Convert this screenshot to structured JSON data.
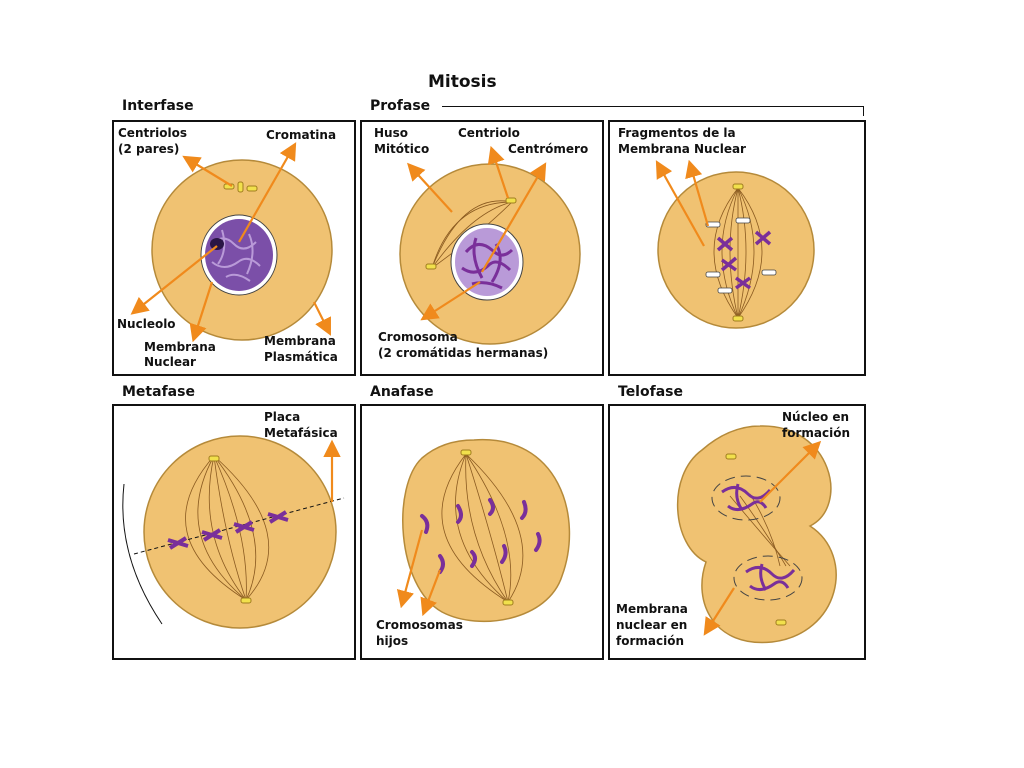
{
  "title": "Mitosis",
  "phases": {
    "interfase": "Interfase",
    "profase": "Profase",
    "metafase": "Metafase",
    "anafase": "Anafase",
    "telofase": "Telofase"
  },
  "labels": {
    "interfase": {
      "centriolos": "Centriolos",
      "pares": "(2 pares)",
      "cromatina": "Cromatina",
      "nucleolo": "Nucleolo",
      "membrana": "Membrana",
      "nuclear": "Nuclear",
      "membrana2": "Membrana",
      "plasmatica": "Plasmática"
    },
    "profase": {
      "huso": "Huso",
      "mitotico": "Mitótico",
      "centriolo": "Centriolo",
      "centromero": "Centrómero",
      "cromosoma": "Cromosoma",
      "cromatidas": "(2 cromátidas hermanas)"
    },
    "prometafase": {
      "fragmentos": "Fragmentos de la",
      "membrana_nuclear": "Membrana Nuclear"
    },
    "metafase": {
      "placa": "Placa",
      "metafasica": "Metafásica"
    },
    "anafase": {
      "cromosomas": "Cromosomas",
      "hijos": "hijos"
    },
    "telofase": {
      "nucleo_en": "Núcleo en",
      "formacion": "formación",
      "membrana": "Membrana",
      "nuclear_en": "nuclear en",
      "formacion2": "formación"
    }
  },
  "colors": {
    "cell": "#f0c272",
    "cell_edge": "#b58a3a",
    "nucleus": "#7b4fa8",
    "chromosome": "#7a2f9a",
    "arrow": "#f08a1c",
    "centriole": "#f1e04c",
    "spindle": "#8a5a20"
  }
}
